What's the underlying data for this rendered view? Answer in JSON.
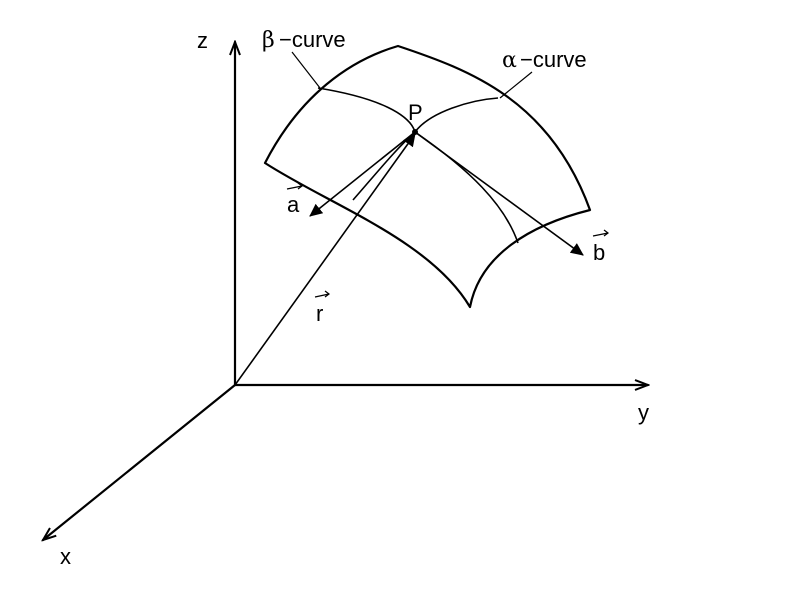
{
  "axes": {
    "x_label": "x",
    "y_label": "y",
    "z_label": "z"
  },
  "point": {
    "label": "P"
  },
  "curves": {
    "beta_symbol": "β",
    "beta_text": "−curve",
    "alpha_symbol": "α",
    "alpha_text": "−curve"
  },
  "vectors": {
    "a_label": "a",
    "b_label": "b",
    "r_label": "r"
  },
  "colors": {
    "surface_fill": "#fdf1d8",
    "line": "#000000"
  }
}
